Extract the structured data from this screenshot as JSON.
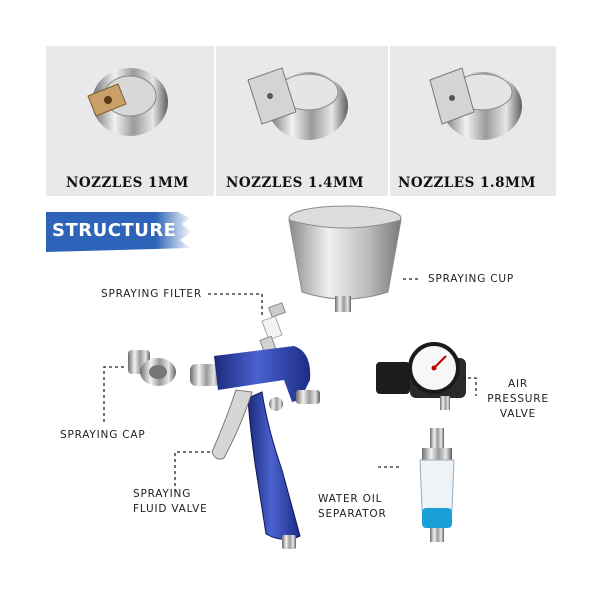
{
  "nozzles": [
    {
      "label": "NOZZLES 1MM"
    },
    {
      "label": "NOZZLES 1.4MM"
    },
    {
      "label": "NOZZLES 1.8MM"
    }
  ],
  "section": {
    "title": "STRUCTURE"
  },
  "callouts": {
    "spraying_filter": "SPRAYING FILTER",
    "spraying_cup": "SPRAYING CUP",
    "spraying_cap": "SPRAYING CAP",
    "air_pressure_valve_line1": "AIR",
    "air_pressure_valve_line2": "PRESSURE",
    "air_pressure_valve_line3": "VALVE",
    "spraying_fluid_valve_line1": "SPRAYING",
    "spraying_fluid_valve_line2": "FLUID VALVE",
    "water_oil_separator_line1": "WATER OIL",
    "water_oil_separator_line2": "SEPARATOR"
  },
  "colors": {
    "banner": "#2d63b8",
    "gun_body": "#2a3fa0",
    "metal": "#c8c8c8"
  }
}
